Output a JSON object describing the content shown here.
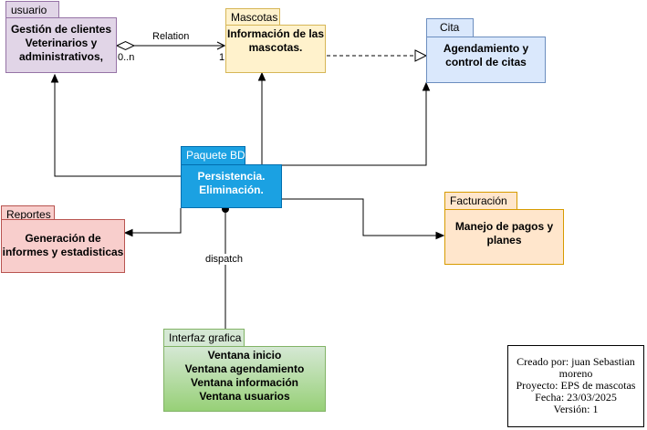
{
  "packages": {
    "usuario": {
      "tab": "usuario",
      "lines": [
        "Gestión de clientes",
        "Veterinarios y",
        "administrativos,"
      ],
      "fill": "#e1d5e7",
      "stroke": "#9673a6"
    },
    "mascotas": {
      "tab": "Mascotas",
      "lines": [
        "Información de las",
        "mascotas."
      ],
      "fill": "#fff2cc",
      "stroke": "#d6b656"
    },
    "cita": {
      "tab": "Cita",
      "lines": [
        "Agendamiento y",
        "control de citas"
      ],
      "fill": "#dae8fc",
      "stroke": "#6c8ebf"
    },
    "paquete_bd": {
      "tab": "Paquete BD",
      "lines": [
        "Persistencia.",
        "Eliminación."
      ],
      "fill": "#1ba1e2",
      "stroke": "#006eaf"
    },
    "reportes": {
      "tab": "Reportes",
      "lines": [
        "Generación de",
        "informes y estadisticas"
      ],
      "fill": "#f8cecc",
      "stroke": "#b85450"
    },
    "facturacion": {
      "tab": "Facturación",
      "lines": [
        "Manejo de pagos y",
        "planes"
      ],
      "fill": "#ffe6cc",
      "stroke": "#d79b00"
    },
    "interfaz": {
      "tab": "Interfaz grafica",
      "lines": [
        "Ventana inicio",
        "Ventana agendamiento",
        "Ventana información",
        "Ventana usuarios"
      ],
      "fill": "#d5e8d4",
      "stroke": "#82b366"
    }
  },
  "relations": {
    "relation_label": "Relation",
    "source_multiplicity": "0..n",
    "target_multiplicity": "1",
    "dispatch_label": "dispatch"
  },
  "note": {
    "lines": [
      "Creado por: juan Sebastian",
      "moreno",
      "Proyecto: EPS de mascotas",
      "Fecha: 23/03/2025",
      "Versión: 1"
    ]
  }
}
